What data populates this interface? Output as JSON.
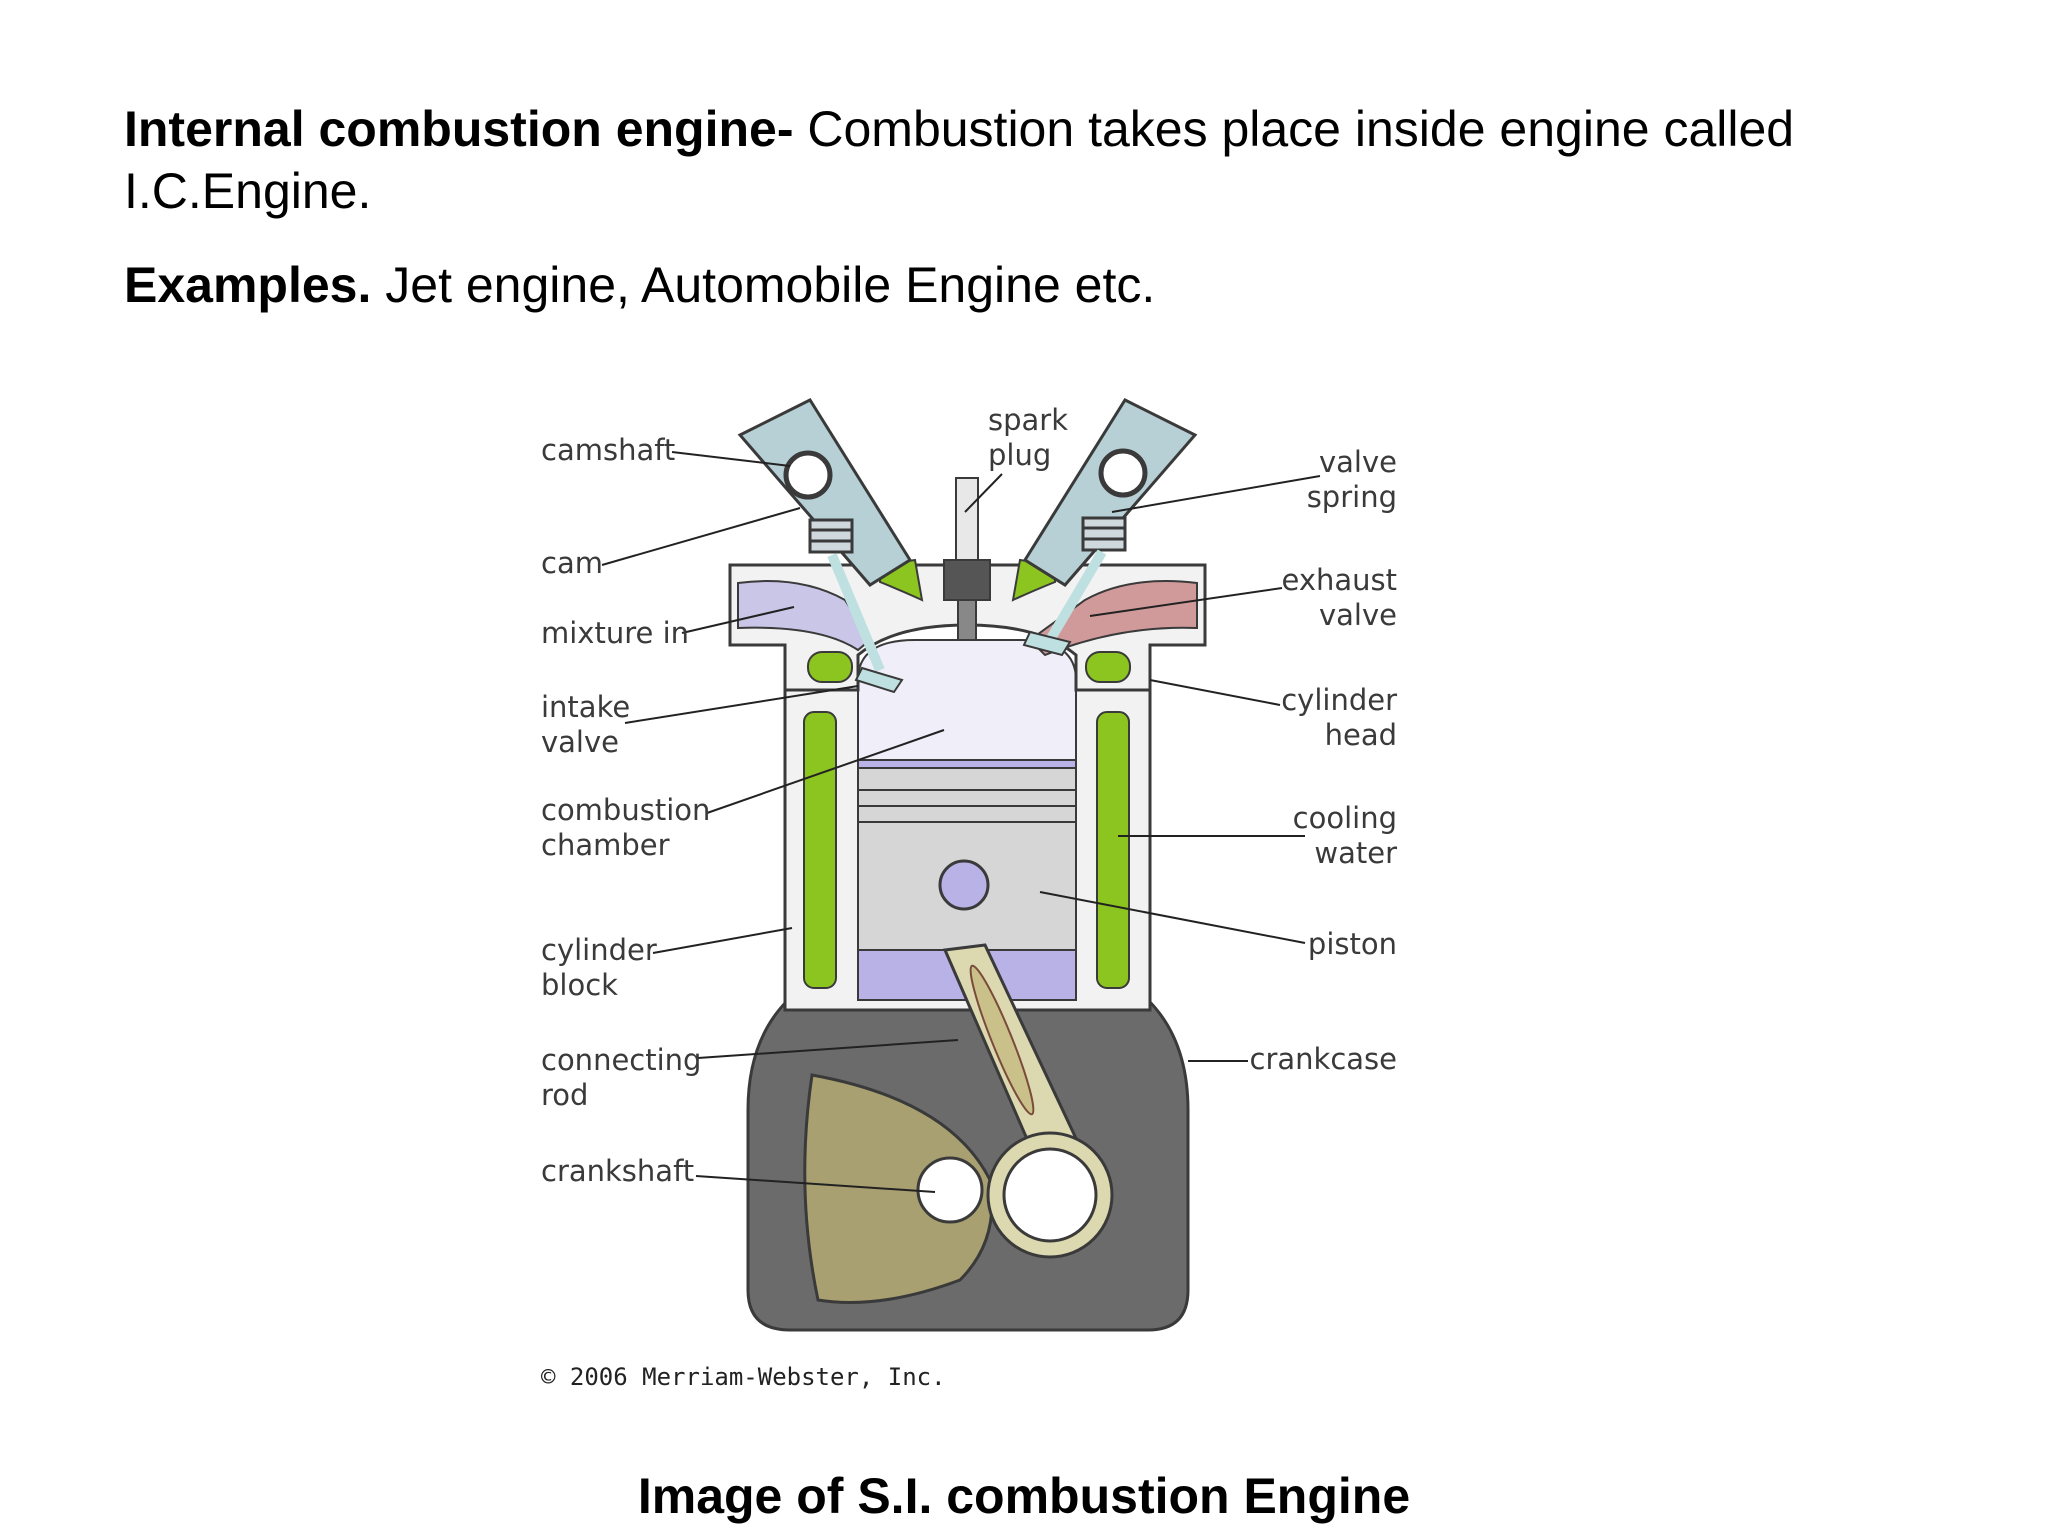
{
  "intro": {
    "term": "Internal combustion engine-",
    "definition": " Combustion takes place inside engine called I.C.Engine."
  },
  "examples": {
    "label": "Examples.",
    "text": " Jet engine, Automobile Engine etc."
  },
  "diagram": {
    "labels": {
      "camshaft": "camshaft",
      "cam": "cam",
      "mixture_in": "mixture in",
      "intake_valve": [
        "intake",
        "valve"
      ],
      "combustion_chamber": [
        "combustion",
        "chamber"
      ],
      "cylinder_block": [
        "cylinder",
        "block"
      ],
      "connecting_rod": [
        "connecting",
        "rod"
      ],
      "crankshaft": "crankshaft",
      "spark_plug": [
        "spark",
        "plug"
      ],
      "valve_spring": [
        "valve",
        "spring"
      ],
      "exhaust_valve": [
        "exhaust",
        "valve"
      ],
      "cylinder_head": [
        "cylinder",
        "head"
      ],
      "cooling_water": [
        "cooling",
        "water"
      ],
      "piston": "piston",
      "crankcase": "crankcase"
    },
    "copyright": "© 2006 Merriam-Webster, Inc.",
    "colors": {
      "cam_housing": "#b7d0d6",
      "intake_mixture": "#c9c6e8",
      "exhaust_gas": "#d19a9a",
      "cooling_water": "#8cc420",
      "combustion_chamber": "#b8b2e6",
      "piston": "#d6d6d6",
      "crankcase": "#6b6b6b",
      "crankshaft": "#a8a070",
      "connecting_rod": "#dcd8b0"
    }
  },
  "caption": "Image of S.I. combustion Engine"
}
